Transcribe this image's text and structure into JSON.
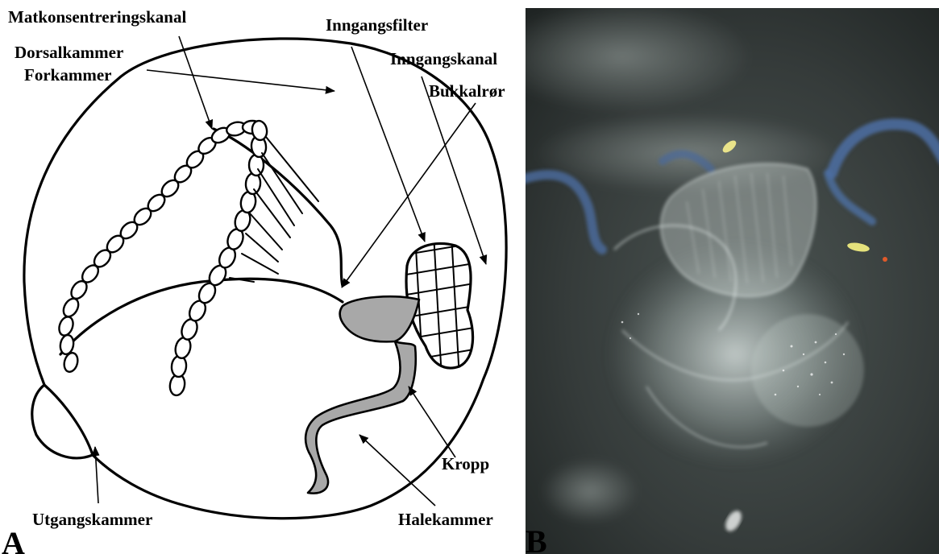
{
  "panel_a": {
    "letter": "A",
    "labels": {
      "matkonsentreringskanal": "Matkonsentreringskanal",
      "dorsalkammer": "Dorsalkammer",
      "forkammer": "Forkammer",
      "inngangsfilter": "Inngangsfilter",
      "inngangskanal": "Inngangskanal",
      "bukkalror": "Bukkalrør",
      "kropp": "Kropp",
      "halekammer": "Halekammer",
      "utgangskammer": "Utgangskammer"
    }
  },
  "panel_b": {
    "letter": "B"
  },
  "colors": {
    "grey_fill": "#a8a8a8",
    "photo_background": "#3b4140"
  }
}
